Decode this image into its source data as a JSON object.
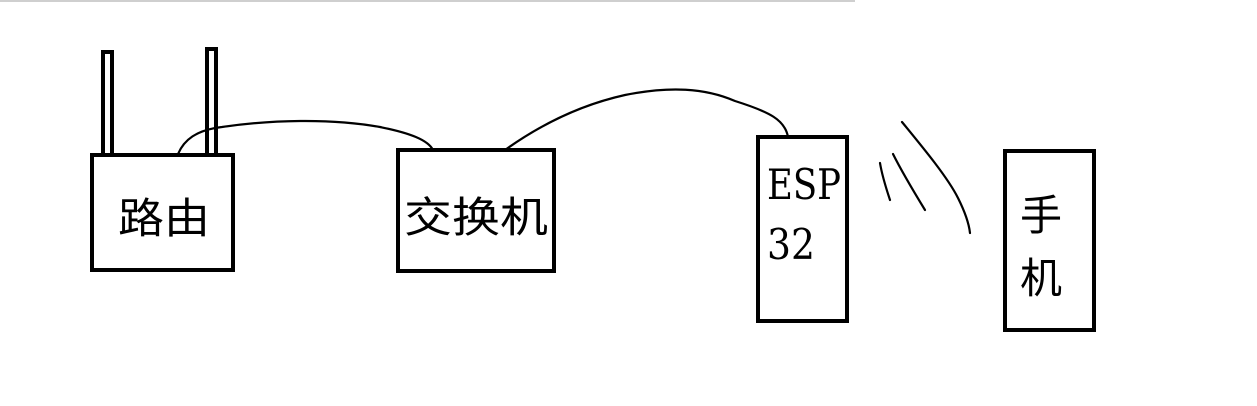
{
  "nodes": {
    "router": {
      "label": "路由"
    },
    "switch": {
      "label": "交换机"
    },
    "esp32": {
      "line1": "ESP",
      "line2": "32"
    },
    "phone": {
      "line1": "手",
      "line2": "机"
    }
  },
  "colors": {
    "stroke": "#000000",
    "background": "#ffffff"
  }
}
